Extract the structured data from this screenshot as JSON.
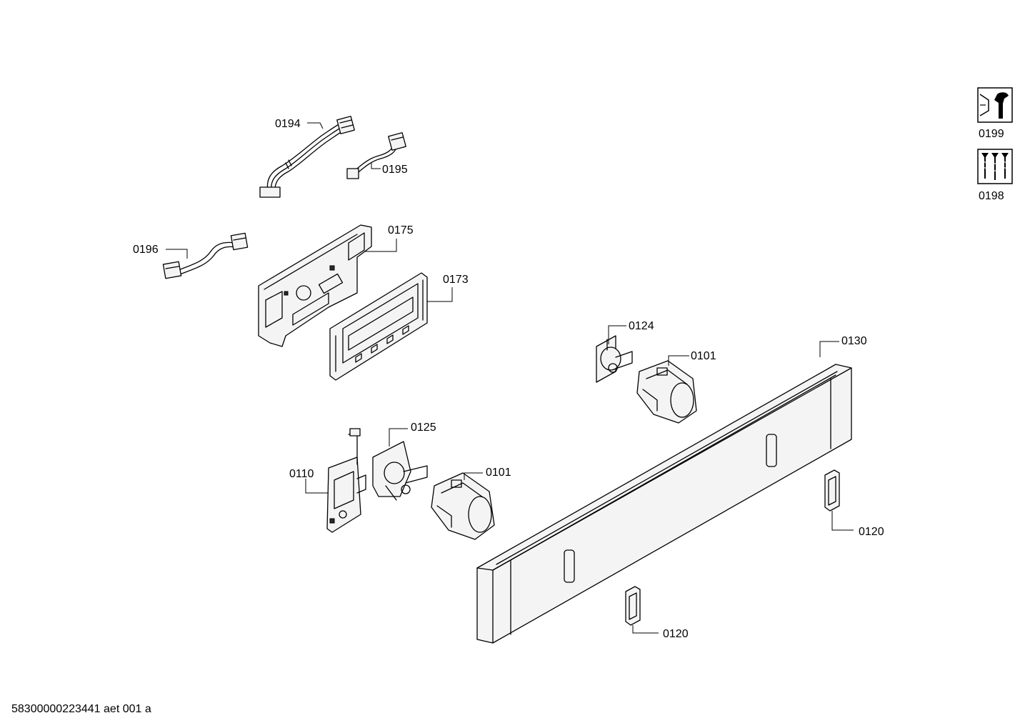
{
  "labels": {
    "p0194": "0194",
    "p0195": "0195",
    "p0196": "0196",
    "p0175": "0175",
    "p0173": "0173",
    "p0124": "0124",
    "p0101a": "0101",
    "p0130": "0130",
    "p0125": "0125",
    "p0110": "0110",
    "p0101b": "0101",
    "p0120a": "0120",
    "p0120b": "0120",
    "p0199": "0199",
    "p0198": "0198"
  },
  "footer": {
    "doc_id": "58300000223441 aet 001 a"
  },
  "icons": {
    "service_tool": "wrench-nut-icon",
    "screws": "screw-set-icon"
  }
}
